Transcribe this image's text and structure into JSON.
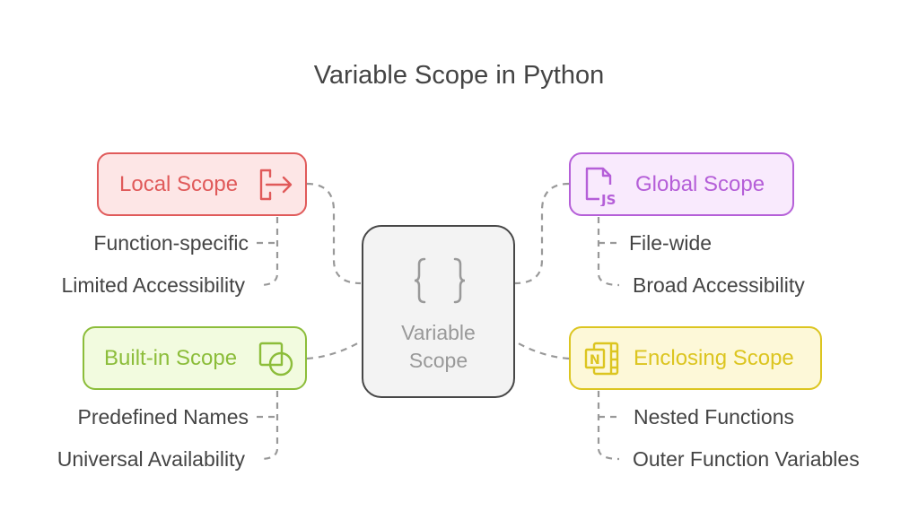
{
  "title": "Variable Scope in Python",
  "center": {
    "line1": "Variable",
    "line2": "Scope",
    "icon": "curly-braces-icon"
  },
  "nodes": {
    "local": {
      "label": "Local Scope",
      "icon": "exit-arrow-icon",
      "color": "#e05a5a",
      "fill": "#fde6e6",
      "items": [
        "Function-specific",
        "Limited Accessibility"
      ]
    },
    "global": {
      "label": "Global Scope",
      "icon": "js-file-icon",
      "color": "#b55fd8",
      "fill": "#f9eafd",
      "items": [
        "File-wide",
        "Broad Accessibility"
      ]
    },
    "builtin": {
      "label": "Built-in Scope",
      "icon": "shapes-icon",
      "color": "#8cbd3a",
      "fill": "#f2fbdf",
      "items": [
        "Predefined Names",
        "Universal Availability"
      ]
    },
    "enclosing": {
      "label": "Enclosing Scope",
      "icon": "notebook-icon",
      "color": "#dcc520",
      "fill": "#fdf8d8",
      "items": [
        "Nested Functions",
        "Outer Function Variables"
      ]
    }
  }
}
